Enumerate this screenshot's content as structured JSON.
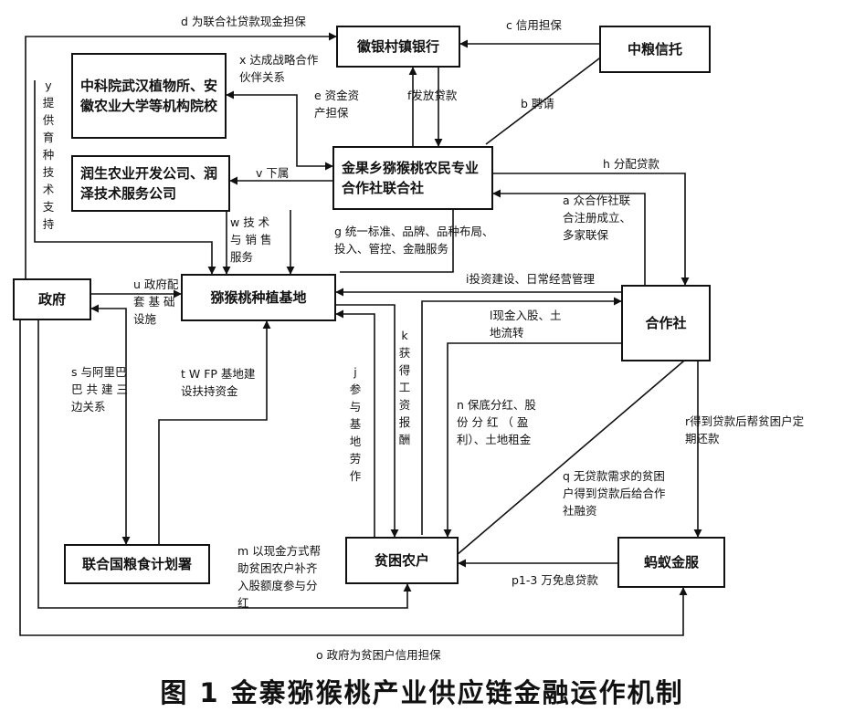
{
  "nodes": {
    "bank": "徽银村镇银行",
    "trust": "中粮信托",
    "institutes": "中科院武汉植物所、安徽农业大学等机构院校",
    "union": "金果乡猕猴桃农民专业合作社联合社",
    "companies": "润生农业开发公司、润泽技术服务公司",
    "gov": "政府",
    "base": "猕猴桃种植基地",
    "coop": "合作社",
    "wfp": "联合国粮食计划署",
    "farmers": "贫困农户",
    "ant": "蚂蚁金服"
  },
  "labels": {
    "d": "d 为联合社贷款现金担保",
    "c": "c 信用担保",
    "x": "x 达成战略合作\n伙伴关系",
    "e": "e 资金资\n产担保",
    "f": "f发放贷款",
    "b": "b 聘请",
    "y": "y提供育种技术支持",
    "v": "v 下属",
    "h": "h 分配贷款",
    "a": "a 众合作社联\n合注册成立、\n多家联保",
    "w": "w 技 术\n与 销 售\n服务",
    "g": "g 统一标准、品牌、品种布局、\n投入、管控、金融服务",
    "u": "u 政府配\n套 基 础\n设施",
    "i": "i投资建设、日常经营管理",
    "l": "l现金入股、土\n地流转",
    "s": "s 与阿里巴\n巴 共 建 三\n边关系",
    "t": "t W FP 基地建\n设扶持资金",
    "j": "j参与基地劳作",
    "k": "k获得工资报酬",
    "n": "n 保底分红、股\n份 分 红 （ 盈\n利）、土地租金",
    "r": "r得到贷款后帮贫困户定\n期还款",
    "q": "q 无贷款需求的贫困\n户得到贷款后给合作\n社融资",
    "m": "m  以现金方式帮\n助贫困农户补齐\n入股额度参与分\n红",
    "p": "p1-3 万免息贷款",
    "o": "o 政府为贫困户信用担保"
  },
  "caption": "图 1   金寨猕猴桃产业供应链金融运作机制"
}
